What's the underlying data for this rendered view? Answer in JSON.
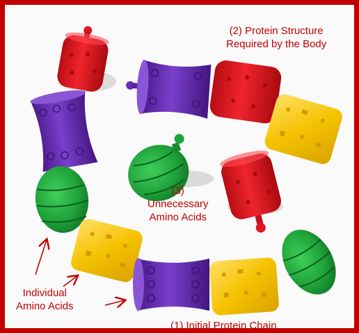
{
  "labels": {
    "protein_structure": [
      "(2) Protein Structure",
      "Required by the Body"
    ],
    "unnecessary": [
      "(3)",
      "Unnecessary",
      "Amino Acids"
    ],
    "individual": [
      "Individual",
      "Amino Acids"
    ],
    "initial_chain": "(1) Initial Protein Chain"
  },
  "colors": {
    "border": "#c00000",
    "label_text": "#c00000",
    "red_bead": "#e0161f",
    "purple_bead": "#6a2bb5",
    "yellow_bead": "#f5c200",
    "green_bead": "#1fa33a"
  },
  "icons": [
    "arrow-icon"
  ]
}
